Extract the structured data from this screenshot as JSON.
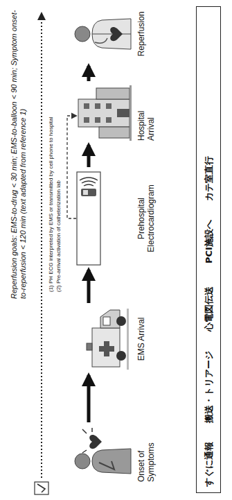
{
  "diagram": {
    "nodes": [
      {
        "text": [
          "Onset of Symptoms"
        ]
      },
      {
        "text": [
          "EMS Arrival"
        ]
      },
      {
        "text": [
          "Prehospital Electrocardiogram"
        ]
      },
      {
        "text": [
          "Hospital Arrival"
        ]
      },
      {
        "text": [
          "Reperfusion"
        ]
      },
      {
        "text": [
          "すぐに通報",
          "搬送・トリアージ",
          "心電図伝送",
          "PCI施設へ",
          "カテ室直行"
        ]
      }
    ],
    "edges": [
      {
        "from": 0,
        "to": 1,
        "arrow": "to"
      },
      {
        "from": 1,
        "to": 2,
        "arrow": "to"
      },
      {
        "from": 2,
        "to": 3,
        "arrow": "to"
      },
      {
        "from": 3,
        "to": 4,
        "arrow": "to"
      },
      {
        "from": 2,
        "to": 3,
        "arrow": "to"
      }
    ],
    "labels": [
      "Reperfusion goals: EMS-to-drug < 30 min; EMS-to-balloon < 90 min; Symptom onset-to-reperfusion < 120 min (text adapted from reference 1)",
      "(1) PH ECG interpreted by EMS or transmitted by cell phone to hospital",
      "(2) Pre-arrival activation of catheterization lab"
    ]
  }
}
